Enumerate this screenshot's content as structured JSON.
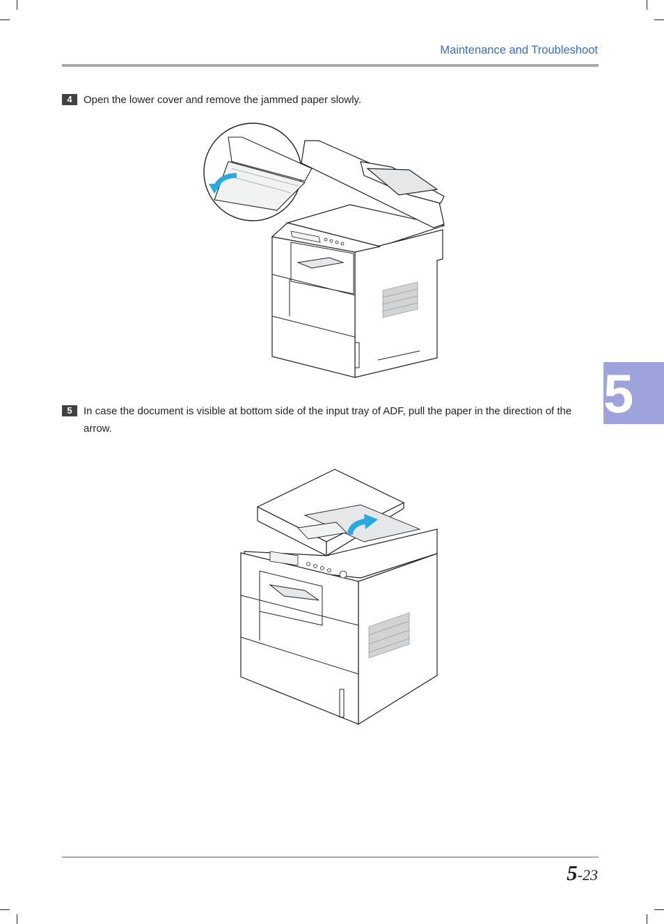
{
  "header": {
    "title": "Maintenance and Troubleshoot"
  },
  "steps": [
    {
      "number": "4",
      "text": "Open the lower cover and remove the jammed paper slowly."
    },
    {
      "number": "5",
      "text": "In case the document is visible at bottom side of the input tray of ADF, pull the paper in the direction of the arrow."
    }
  ],
  "chapter_tab": {
    "label": "5"
  },
  "footer": {
    "chapter": "5",
    "separator": "-",
    "page": "23"
  },
  "colors": {
    "accent": "#3e6bb4",
    "tab": "#9fa3db",
    "arrow": "#29a9e0"
  }
}
